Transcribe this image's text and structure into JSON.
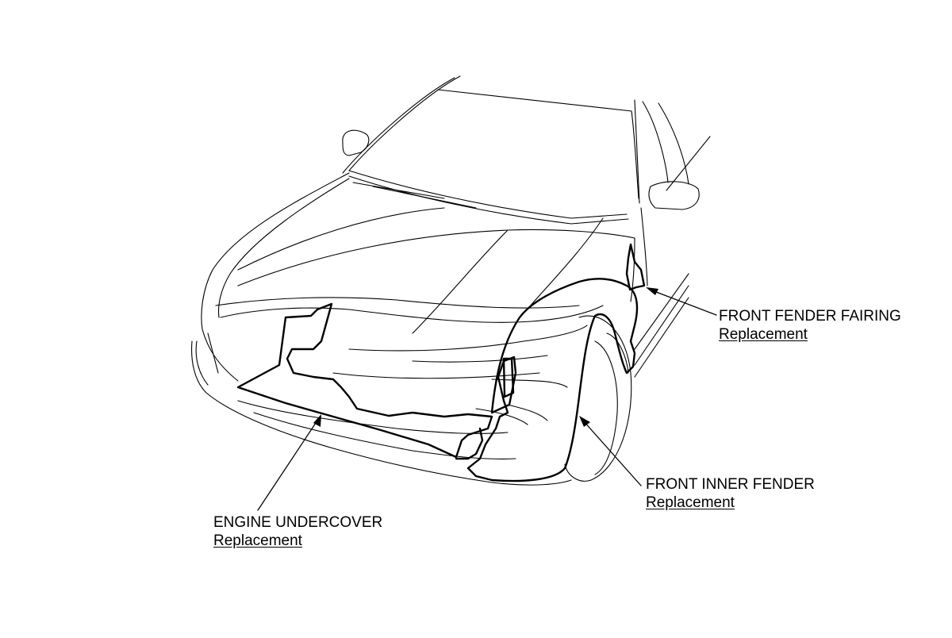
{
  "callouts": {
    "front_fender_fairing": {
      "title": "FRONT FENDER FAIRING",
      "link": "Replacement"
    },
    "front_inner_fender": {
      "title": "FRONT INNER FENDER",
      "link": "Replacement"
    },
    "engine_undercover": {
      "title": "ENGINE UNDERCOVER",
      "link": "Replacement"
    }
  },
  "colors": {
    "line": "#000000",
    "background": "#ffffff"
  }
}
